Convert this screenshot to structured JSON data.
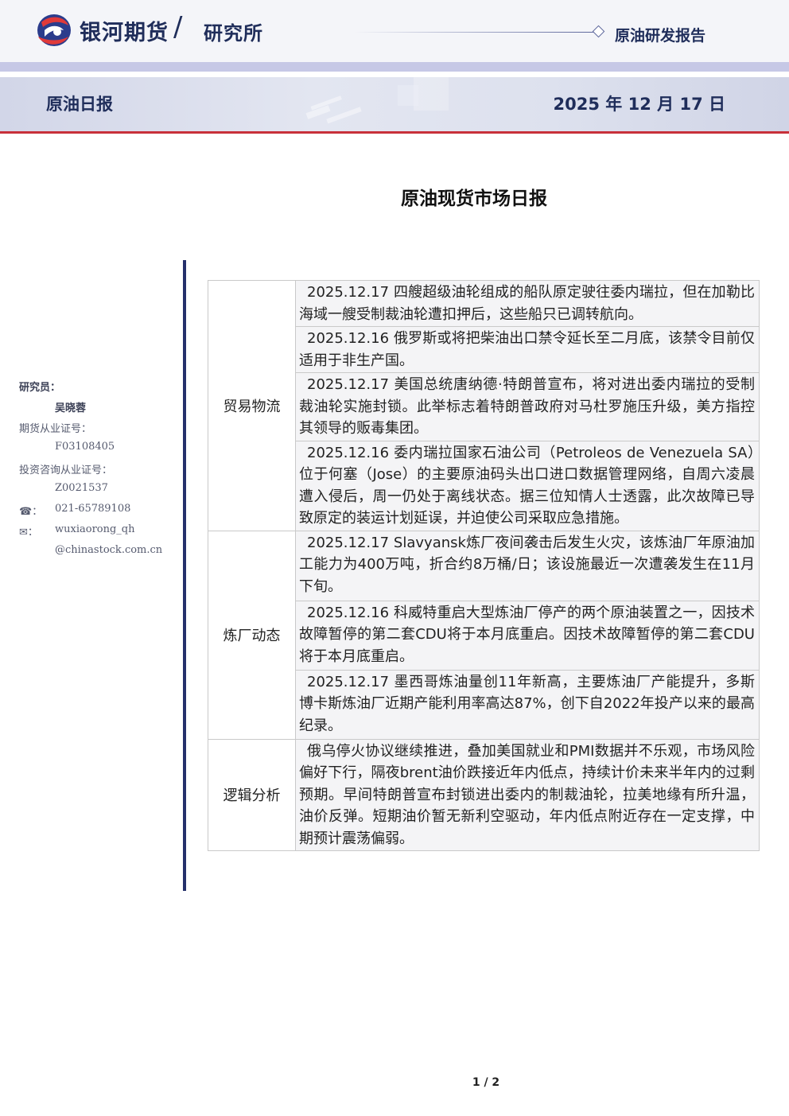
{
  "header": {
    "brand": "银河期货",
    "slash": "/",
    "sub": "研究所",
    "report_type": "原油研发报告"
  },
  "title_band": {
    "left": "原油日报",
    "date": "2025 年 12 月 17 日"
  },
  "document": {
    "title": "原油现货市场日报"
  },
  "sidebar": {
    "researcher_label": "研究员：",
    "researcher_name": "吴晓蓉",
    "futures_cert_label": "期货从业证号：",
    "futures_cert": "F03108405",
    "advisory_cert_label": "投资咨询从业证号：",
    "advisory_cert": "Z0021537",
    "phone_icon": "phone-icon",
    "phone_glyph": "☎：",
    "phone": "021-65789108",
    "email_icon": "email-icon",
    "email_glyph": "✉：",
    "email_line1": "wuxiaorong_qh",
    "email_line2": "@chinastock.com.cn"
  },
  "table": {
    "sections": [
      {
        "category": "贸易物流",
        "items": [
          "2025.12.17 四艘超级油轮组成的船队原定驶往委内瑞拉，但在加勒比海域一艘受制裁油轮遭扣押后，这些船只已调转航向。",
          "2025.12.16 俄罗斯或将把柴油出口禁令延长至二月底，该禁令目前仅适用于非生产国。",
          "2025.12.17 美国总统唐纳德·特朗普宣布，将对进出委内瑞拉的受制裁油轮实施封锁。此举标志着特朗普政府对马杜罗施压升级，美方指控其领导的贩毒集团。",
          "2025.12.16 委内瑞拉国家石油公司（Petroleos de Venezuela SA）位于何塞（Jose）的主要原油码头出口进口数据管理网络，自周六凌晨遭入侵后，周一仍处于离线状态。据三位知情人士透露，此次故障已导致原定的装运计划延误，并迫使公司采取应急措施。"
        ]
      },
      {
        "category": "炼厂动态",
        "items": [
          "2025.12.17 Slavyansk炼厂夜间袭击后发生火灾，该炼油厂年原油加工能力为400万吨，折合约8万桶/日；该设施最近一次遭袭发生在11月下旬。",
          "2025.12.16 科威特重启大型炼油厂停产的两个原油装置之一，因技术故障暂停的第二套CDU将于本月底重启。因技术故障暂停的第二套CDU将于本月底重启。",
          "2025.12.17 墨西哥炼油量创11年新高，主要炼油厂产能提升，多斯博卡斯炼油厂近期产能利用率高达87%，创下自2022年投产以来的最高纪录。"
        ]
      },
      {
        "category": "逻辑分析",
        "items": [
          "俄乌停火协议继续推进，叠加美国就业和PMI数据并不乐观，市场风险偏好下行，隔夜brent油价跌接近年内低点，持续计价未来半年内的过剩预期。早间特朗普宣布封锁进出委内的制裁油轮，拉美地缘有所升温，油价反弹。短期油价暂无新利空驱动，年内低点附近存在一定支撑，中期预计震荡偏弱。"
        ]
      }
    ]
  },
  "footer": {
    "page": "1 / 2"
  },
  "colors": {
    "navy": "#1f2d5a",
    "accent_red": "#c8303a",
    "band_purple": "#c6c8e6",
    "sidebar_bar": "#25306b",
    "cell_bg": "#f4f4f6"
  }
}
